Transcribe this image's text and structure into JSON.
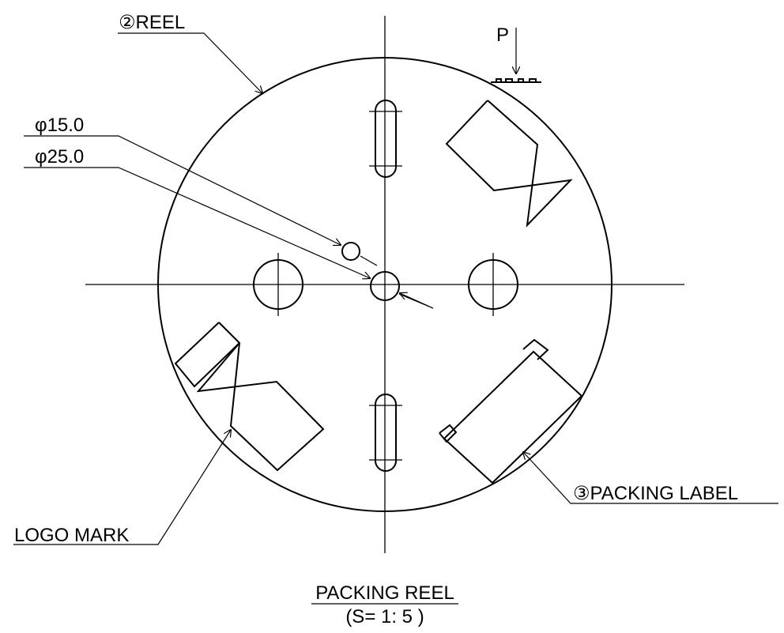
{
  "labels": {
    "reel": "②REEL",
    "dia_15": "φ15.0",
    "dia_25": "φ25.0",
    "arrow_p": "P",
    "packing_label": "③PACKING LABEL",
    "logo_mark": "LOGO MARK"
  },
  "title": {
    "main": "PACKING REEL",
    "scale": "(S= 1: 5 )"
  }
}
